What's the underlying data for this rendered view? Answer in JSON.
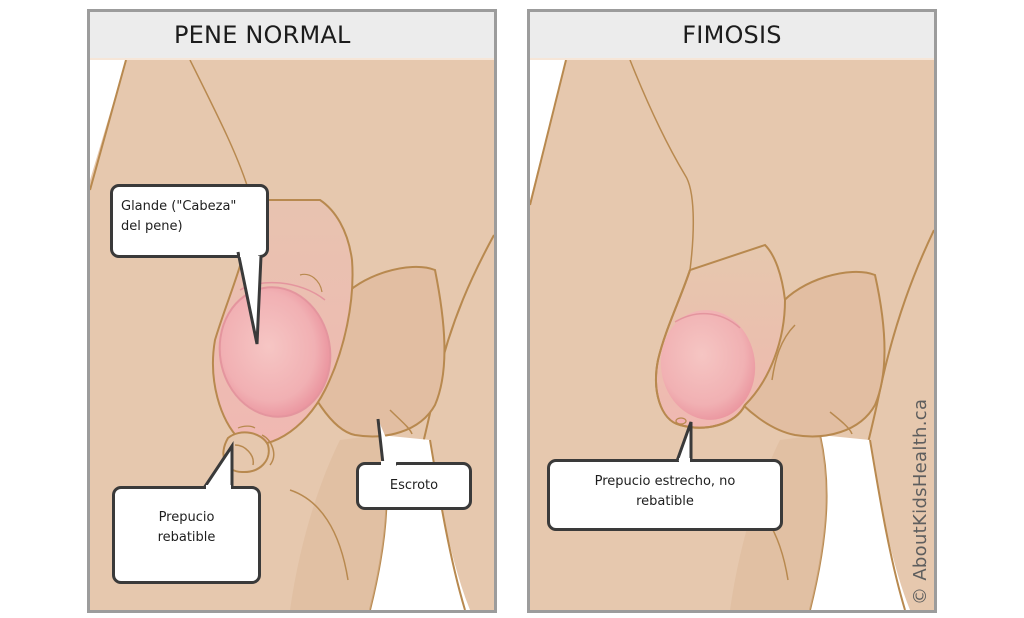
{
  "panels": [
    {
      "title": "PENE NORMAL",
      "callouts": {
        "glans": "Glande (\"Cabeza\" del pene)",
        "foreskin": "Prepucio rebatible",
        "scrotum": "Escroto"
      }
    },
    {
      "title": "FIMOSIS",
      "callouts": {
        "foreskin": "Prepucio estrecho, no rebatible"
      }
    }
  ],
  "watermark": "© AboutKidsHealth.ca",
  "colors": {
    "skin": "#e6c8ae",
    "skin_shadow": "#ddb99b",
    "outline": "#b8894f",
    "glans_pink": "#f2b1b3",
    "glans_edge": "#e98e9a",
    "header_bg": "#ececec",
    "panel_border": "#9c9c9c",
    "callout_border": "#3a3a3a"
  }
}
